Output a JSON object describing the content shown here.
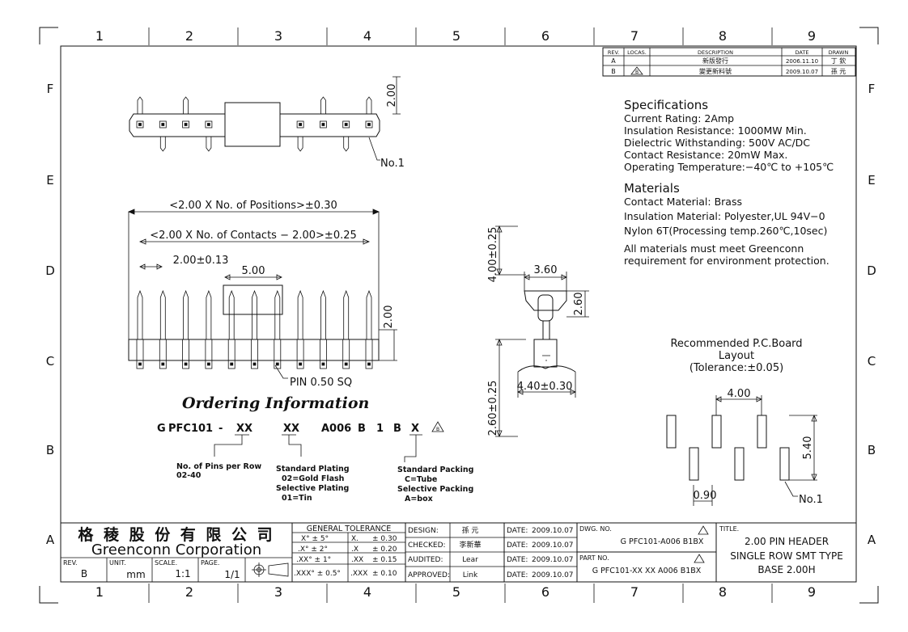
{
  "grid": {
    "columns": [
      "1",
      "2",
      "3",
      "4",
      "5",
      "6",
      "7",
      "8",
      "9"
    ],
    "rows": [
      "F",
      "E",
      "D",
      "C",
      "B",
      "A"
    ]
  },
  "revision_table": {
    "headers": [
      "REV.",
      "LOCAS.",
      "DESCRIPTION",
      "DATE",
      "DRAWN"
    ],
    "rows": [
      [
        "A",
        "",
        "新版發行",
        "2006.11.10",
        "丁 欽"
      ],
      [
        "B",
        "B",
        "變更新料號",
        "2009.10.07",
        "孫 元"
      ]
    ]
  },
  "specifications": {
    "title": "Specifications",
    "lines": [
      "Current Rating:  2Amp",
      "Insulation Resistance: 1000MW Min.",
      "Dielectric Withstanding:  500V AC/DC",
      "Contact Resistance:  20mW Max.",
      "Operating Temperature:−40℃ to +105℃"
    ]
  },
  "materials": {
    "title": "Materials",
    "lines": [
      "Contact Material: Brass",
      "Insulation Material: Polyester,UL 94V−0",
      "Nylon 6T(Processing temp.260℃,10sec)",
      "All materials must meet Greenconn",
      "requirement for environment protection."
    ]
  },
  "top_view": {
    "height_dim": "2.00",
    "pin1_label": "No.1"
  },
  "front_view": {
    "dim_positions": "<2.00 X No. of Positions>±0.30",
    "dim_contacts": "<2.00 X No. of Contacts − 2.00>±0.25",
    "dim_pitch": "2.00±0.13",
    "dim_body": "5.00",
    "dim_height": "2.00",
    "pin_label": "PIN 0.50 SQ"
  },
  "side_view": {
    "dim_top": "4.00±0.25",
    "dim_width": "3.60",
    "dim_body": "2.60",
    "dim_foot": "4.40±0.30",
    "dim_bottom": "2.60±0.25"
  },
  "pcb_layout": {
    "title": "Recommended P.C.Board",
    "subtitle": "Layout",
    "tolerance": "(Tolerance:±0.05)",
    "dim_pitch": "4.00",
    "dim_height": "5.40",
    "dim_offset": "0.90",
    "pin1_label": "No.1"
  },
  "ordering": {
    "title": "Ordering Information",
    "code": [
      "G",
      "PFC101",
      "-",
      "XX",
      "XX",
      "A006",
      "B",
      "1",
      "B",
      "X"
    ],
    "rev_mark": "B",
    "notes": {
      "pins": [
        "No. of Pins per Row",
        "02-40"
      ],
      "plating": [
        "Standard Plating",
        "02=Gold Flash",
        "Selective Plating",
        "01=Tin"
      ],
      "packing": [
        "Standard Packing",
        "C=Tube",
        "Selective Packing",
        "A=box"
      ]
    }
  },
  "title_block": {
    "company_cn": "格 稜 股 份 有 限 公 司",
    "company_en": "Greenconn Corporation",
    "rev_label": "REV.",
    "rev_value": "B",
    "unit_label": "UNIT.",
    "unit_value": "mm",
    "scale_label": "SCALE.",
    "scale_value": "1:1",
    "page_label": "PAGE.",
    "page_value": "1/1",
    "tolerance_title": "GENERAL  TOLERANCE",
    "tolerances": [
      [
        "X° ± 5°",
        "X.",
        "± 0.30"
      ],
      [
        ".X° ± 2°",
        ".X",
        "± 0.20"
      ],
      [
        ".XX° ± 1°",
        ".XX",
        "± 0.15"
      ],
      [
        ".XXX° ± 0.5°",
        ".XXX",
        "± 0.10"
      ]
    ],
    "roles": [
      [
        "DESIGN:",
        "孫 元"
      ],
      [
        "CHECKED:",
        "李新華"
      ],
      [
        "AUDITED:",
        "Lear"
      ],
      [
        "APPROVED:",
        "Link"
      ]
    ],
    "date_label": "DATE:",
    "dates": [
      "2009.10.07",
      "2009.10.07",
      "2009.10.07",
      "2009.10.07"
    ],
    "dwg_label": "DWG. NO.",
    "dwg_no": "G PFC101-A006 B1BX",
    "part_label": "PART NO.",
    "part_no": "G PFC101-XX XX A006  B1BX",
    "title_label": "TITLE.",
    "title_lines": [
      "2.00 PIN HEADER",
      "SINGLE ROW SMT TYPE",
      "BASE 2.00H"
    ]
  }
}
